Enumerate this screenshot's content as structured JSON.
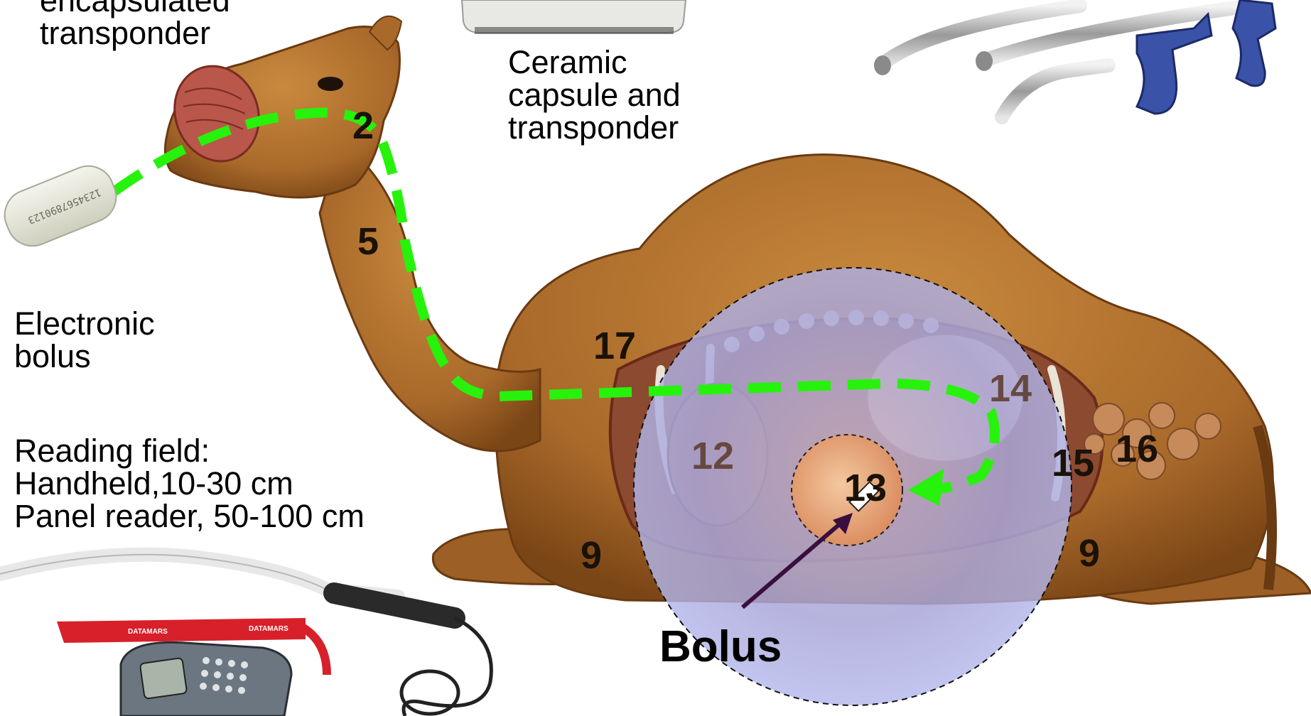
{
  "labels": {
    "encapsulated_transponder": "encapsulated\ntransponder",
    "ceramic_capsule": "Ceramic\ncapsule and\ntransponder",
    "electronic_bolus": "Electronic\nbolus",
    "reading_field": "Reading field:\nHandheld,10-30 cm\nPanel reader, 50-100 cm",
    "bolus": "Bolus"
  },
  "bolus_print": "1234567890123",
  "reader_strap_brand": "DATAMARS",
  "reader_brand": "DATAMARS",
  "organ_numbers": {
    "n2": "2",
    "n5": "5",
    "n17": "17",
    "n12": "12",
    "n13": "13",
    "n14": "14",
    "n15": "15",
    "n16": "16",
    "n9_front": "9",
    "n9_rear": "9"
  },
  "colors": {
    "path_green": "#27f20b",
    "camel_body": "#b8772f",
    "camel_dark": "#7b4616",
    "zoom_circle": "#aab0e6",
    "arrow": "#3a0f3f",
    "reader_strap": "#d8202a",
    "applicator_handle": "#3a52a8"
  },
  "icons": {
    "bolus": "bolus-capsule-icon",
    "applicator": "bolus-applicator-icon",
    "reader": "handheld-reader-icon",
    "capsule": "ceramic-capsule-icon"
  }
}
